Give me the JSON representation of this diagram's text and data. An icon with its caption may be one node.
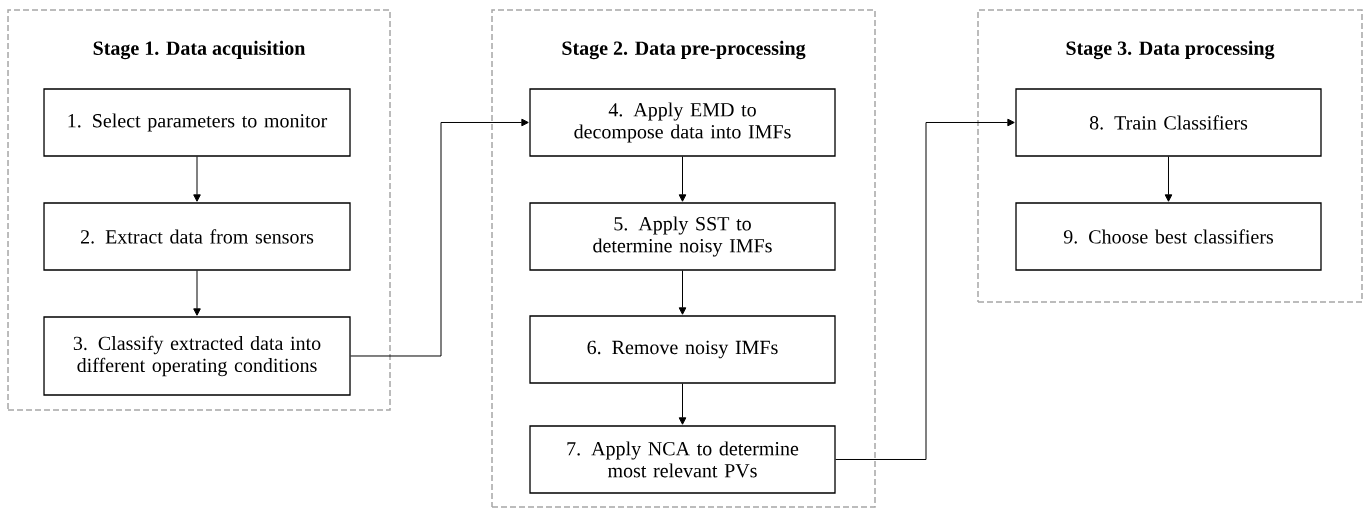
{
  "diagram": {
    "nodes": [
      {
        "text": [
          "Stage 1. Data acquisition"
        ]
      },
      {
        "text": [
          "1. Select parameters to monitor"
        ],
        "in": 0
      },
      {
        "text": [
          "2. Extract data from sensors"
        ],
        "in": 0
      },
      {
        "text": [
          "3. Classify extracted data into different operating conditions"
        ],
        "in": 0
      },
      {
        "text": [
          "Stage 2. Data pre-processing"
        ]
      },
      {
        "text": [
          "4. Apply EMD to decompose data into IMFs"
        ],
        "in": 4
      },
      {
        "text": [
          "5. Apply SST to determine noisy IMFs"
        ],
        "in": 4
      },
      {
        "text": [
          "6. Remove noisy IMFs"
        ],
        "in": 4
      },
      {
        "text": [
          "7. Apply NCA to determine most relevant PVs"
        ],
        "in": 4
      },
      {
        "text": [
          "Stage 3. Data processing"
        ]
      },
      {
        "text": [
          "8. Train Classifiers"
        ],
        "in": 9
      },
      {
        "text": [
          "9. Choose best classifiers"
        ],
        "in": 9
      }
    ],
    "edges": [
      {
        "from": 1,
        "to": 2,
        "arrow": "to"
      },
      {
        "from": 2,
        "to": 3,
        "arrow": "to"
      },
      {
        "from": 3,
        "to": 5,
        "arrow": "to"
      },
      {
        "from": 5,
        "to": 6,
        "arrow": "to"
      },
      {
        "from": 6,
        "to": 7,
        "arrow": "to"
      },
      {
        "from": 7,
        "to": 8,
        "arrow": "to"
      },
      {
        "from": 8,
        "to": 10,
        "arrow": "to"
      },
      {
        "from": 10,
        "to": 11,
        "arrow": "to"
      }
    ]
  }
}
